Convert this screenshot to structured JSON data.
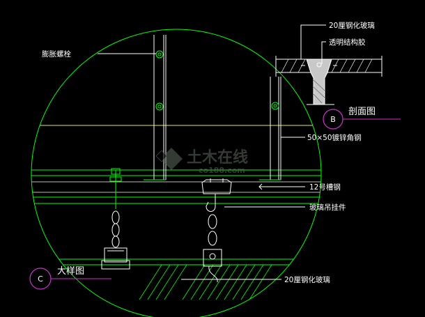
{
  "labels": {
    "glass_top": "20厘钢化玻璃",
    "sealant": "透明结构胶",
    "expansion_bolt": "膨胀螺栓",
    "section_view": "剖面图",
    "angle_steel": "50×50镀锌角钢",
    "channel_steel": "12号槽钢",
    "glass_hanger": "玻璃吊挂件",
    "detail_view": "大样图",
    "glass_bottom": "20厘钢化玻璃"
  },
  "markers": {
    "section": "B",
    "detail": "C"
  },
  "watermark": {
    "text_cn": "土木在线",
    "text_en": "co188.com"
  },
  "colors": {
    "background": "#000000",
    "line_green": "#00ff00",
    "line_yellow": "#e6e65a",
    "line_white": "#ffffff",
    "marker_magenta": "#cc33cc"
  }
}
